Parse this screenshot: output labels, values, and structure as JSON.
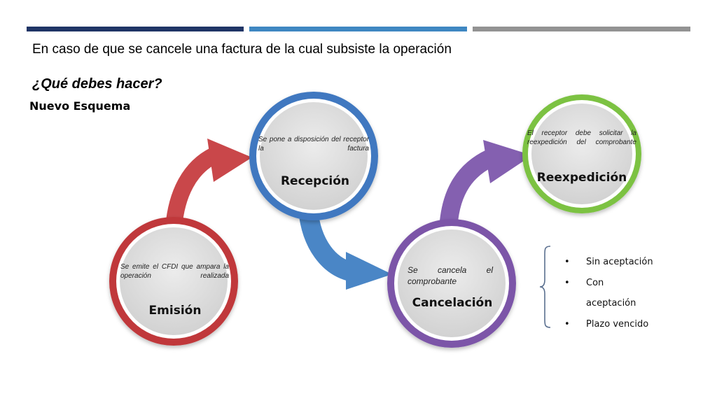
{
  "slide": {
    "title": "En caso de que se cancele una factura de la cual subsiste la operación",
    "question": "¿Qué debes hacer?",
    "subtitle": "Nuevo Esquema"
  },
  "nodes": {
    "emision": {
      "description": "Se emite el CFDI que ampara la operación realizada",
      "title": "Emisión",
      "ring_color": "#c0393b"
    },
    "recepcion": {
      "description": "Se pone a disposición del receptor la factura",
      "title": "Recepción",
      "ring_color": "#3f78c0"
    },
    "cancelacion": {
      "description": "Se cancela el comprobante",
      "title": "Cancelación",
      "ring_color": "#7b55a8"
    },
    "reexpedicion": {
      "description": "El receptor debe solicitar la reexpedición del comprobante",
      "title": "Reexpedición",
      "ring_color": "#7cc242"
    }
  },
  "options": {
    "item1": "Sin aceptación",
    "item2_line1": "Con",
    "item2_line2": "aceptación",
    "item3": "Plazo vencido"
  },
  "colors": {
    "bar_navy": "#1f3566",
    "bar_blue": "#3f87c2",
    "bar_gray": "#939393",
    "arrow_red": "#c9474a",
    "arrow_blue": "#4a86c6",
    "arrow_purple": "#8460b0",
    "node_fill": "#dedede"
  }
}
